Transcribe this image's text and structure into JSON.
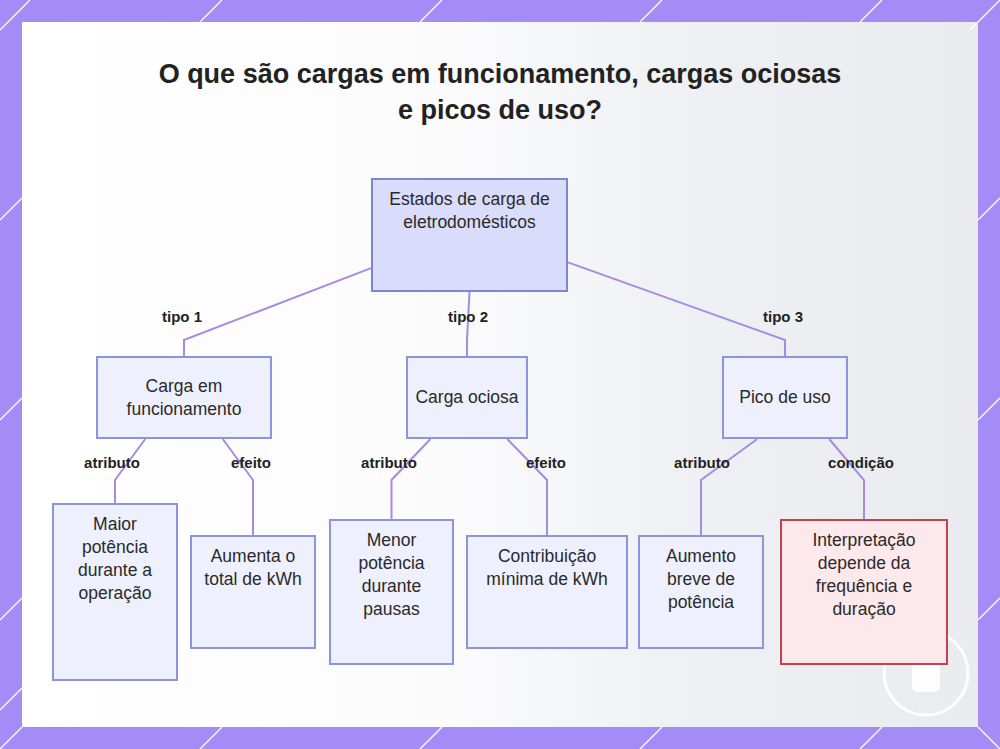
{
  "diagram": {
    "title": "O que são cargas em funcionamento, cargas ociosas e picos de uso?",
    "nodes": [
      {
        "text": [
          "Estados de carga de eletrodomésticos"
        ]
      },
      {
        "text": [
          "Carga em funcionamento"
        ]
      },
      {
        "text": [
          "Carga ociosa"
        ]
      },
      {
        "text": [
          "Pico de uso"
        ]
      },
      {
        "text": [
          "Maior potência durante a operação"
        ]
      },
      {
        "text": [
          "Aumenta o total de kWh"
        ]
      },
      {
        "text": [
          "Menor potência durante pausas"
        ]
      },
      {
        "text": [
          "Contribuição mínima de kWh"
        ]
      },
      {
        "text": [
          "Aumento breve de potência"
        ]
      },
      {
        "text": [
          "Interpretação depende da frequência e duração"
        ]
      }
    ],
    "edges": [
      {
        "from": 0,
        "to": 1,
        "label": "tipo 1",
        "arrow": "none"
      },
      {
        "from": 0,
        "to": 2,
        "label": "tipo 2",
        "arrow": "none"
      },
      {
        "from": 0,
        "to": 3,
        "label": "tipo 3",
        "arrow": "none"
      },
      {
        "from": 1,
        "to": 4,
        "label": "atributo",
        "arrow": "none"
      },
      {
        "from": 1,
        "to": 5,
        "label": "efeito",
        "arrow": "none"
      },
      {
        "from": 2,
        "to": 6,
        "label": "atributo",
        "arrow": "none"
      },
      {
        "from": 2,
        "to": 7,
        "label": "efeito",
        "arrow": "none"
      },
      {
        "from": 3,
        "to": 8,
        "label": "atributo",
        "arrow": "none"
      },
      {
        "from": 3,
        "to": 9,
        "label": "condição",
        "arrow": "none"
      }
    ]
  }
}
